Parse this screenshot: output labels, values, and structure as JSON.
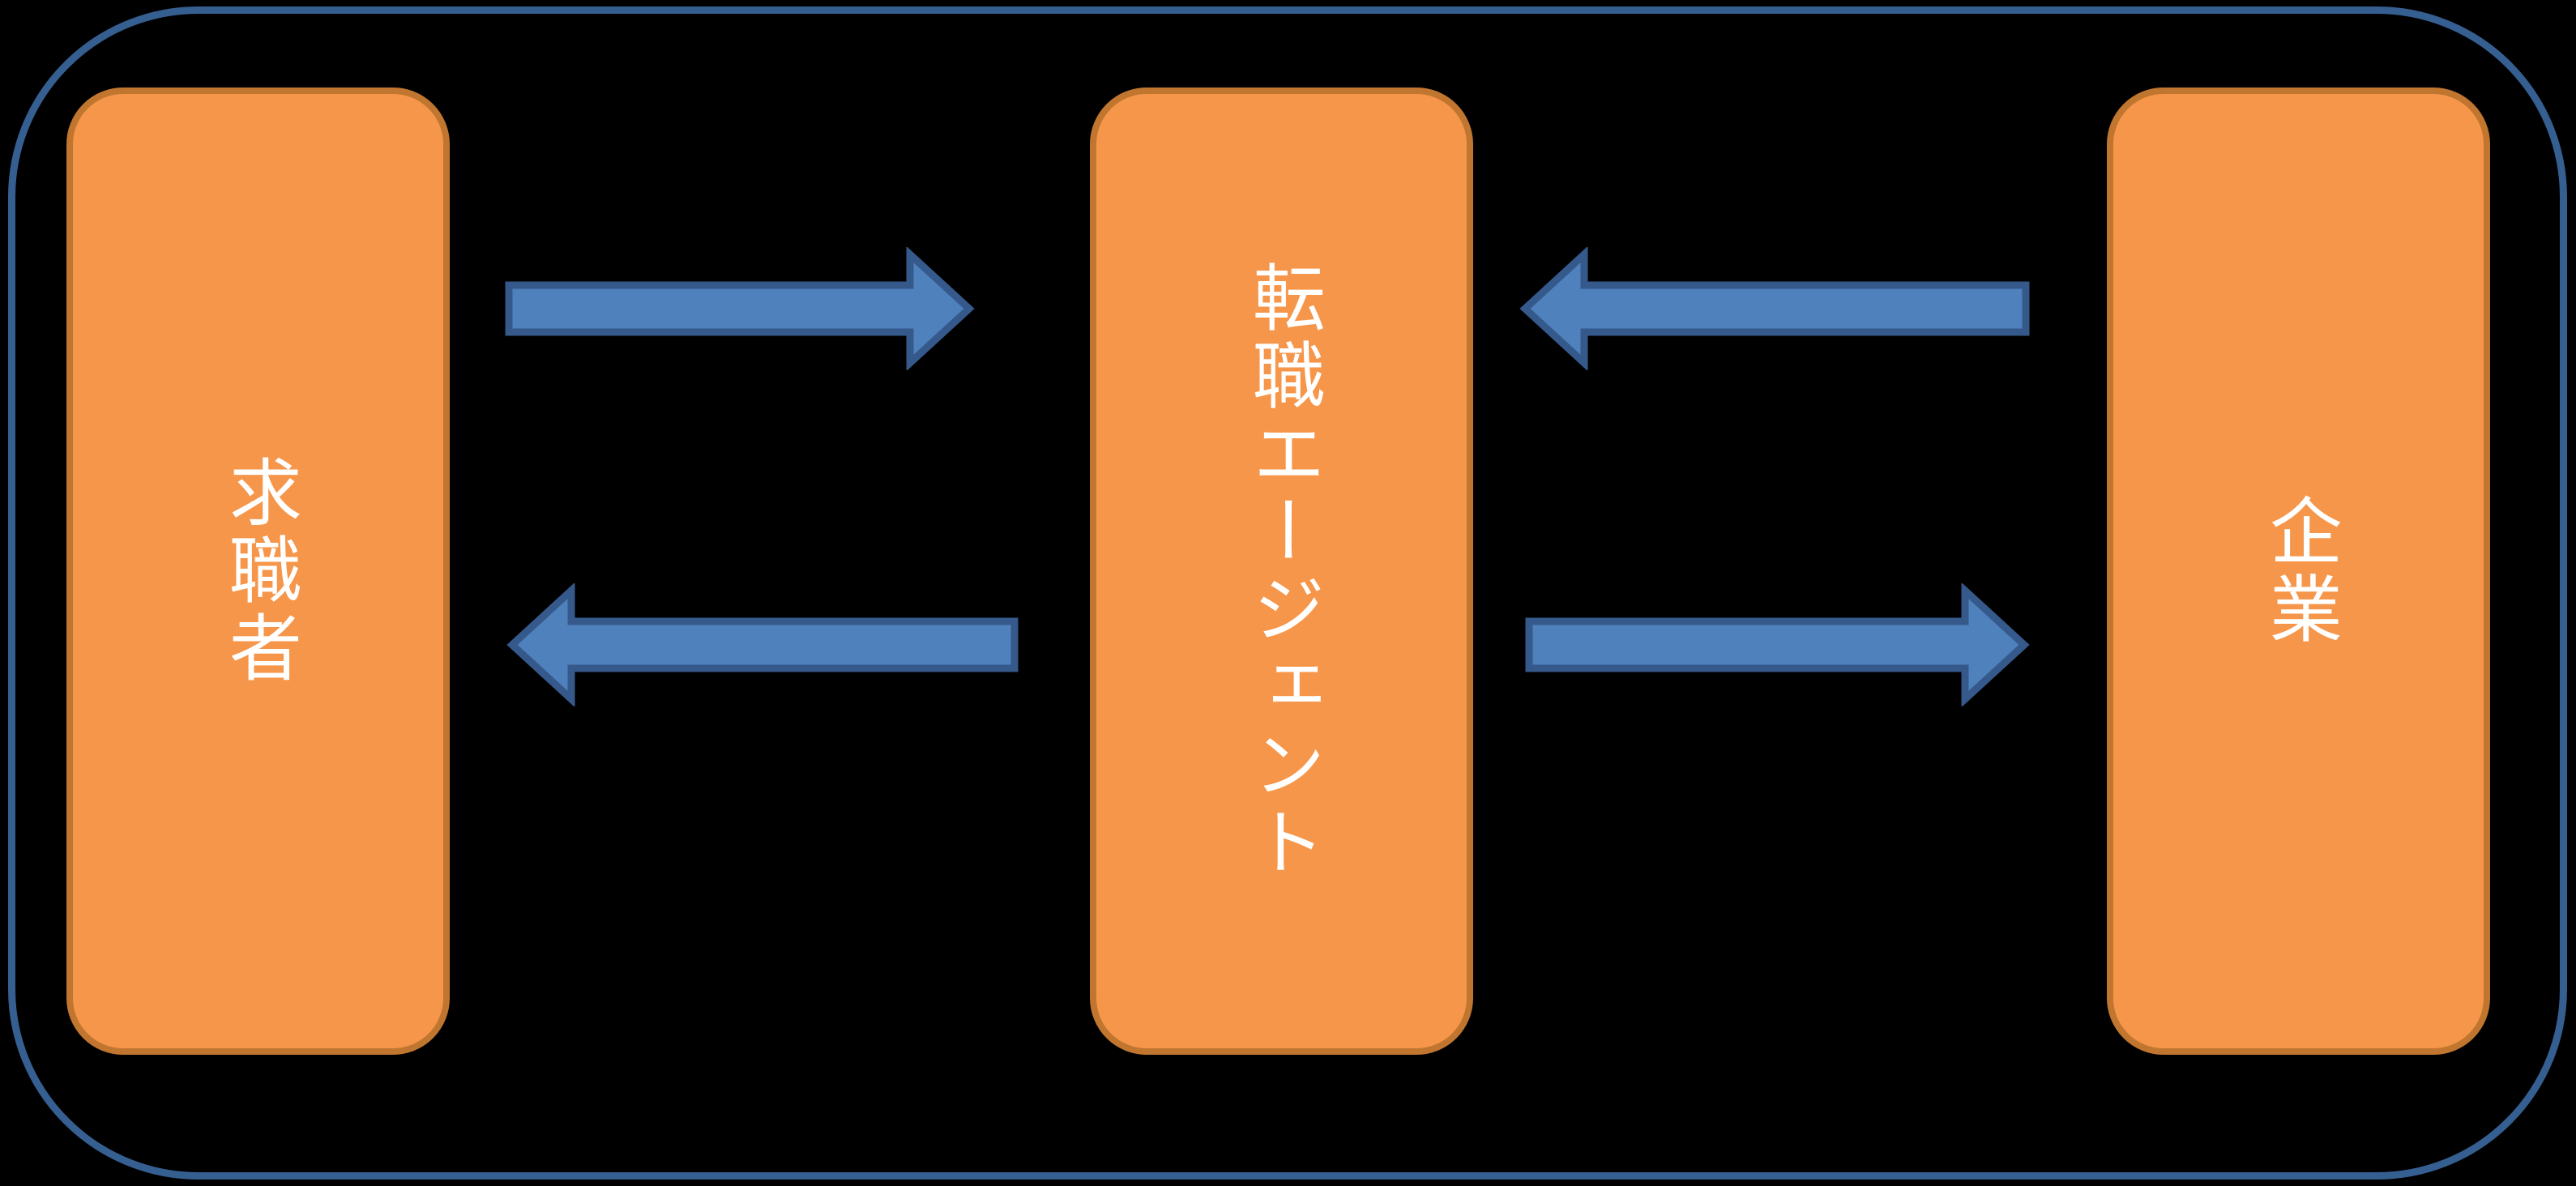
{
  "diagram": {
    "background": "black",
    "nodes": [
      {
        "id": "job-seeker",
        "label": "求職者"
      },
      {
        "id": "agent",
        "label": "転職エージェント"
      },
      {
        "id": "company",
        "label": "企業"
      }
    ],
    "edges": [
      {
        "from": "job-seeker",
        "to": "agent",
        "direction": "right",
        "position": "top-left"
      },
      {
        "from": "agent",
        "to": "job-seeker",
        "direction": "left",
        "position": "bottom-left"
      },
      {
        "from": "company",
        "to": "agent",
        "direction": "left",
        "position": "top-right"
      },
      {
        "from": "agent",
        "to": "company",
        "direction": "right",
        "position": "bottom-right"
      }
    ],
    "colors": {
      "node_fill": "#F6964A",
      "node_border": "#C1762F",
      "arrow_fill": "#4F81BD",
      "arrow_border": "#36598C",
      "frame_border": "#365F91",
      "background": "#000000",
      "label_text": "#FFFFFF"
    }
  }
}
